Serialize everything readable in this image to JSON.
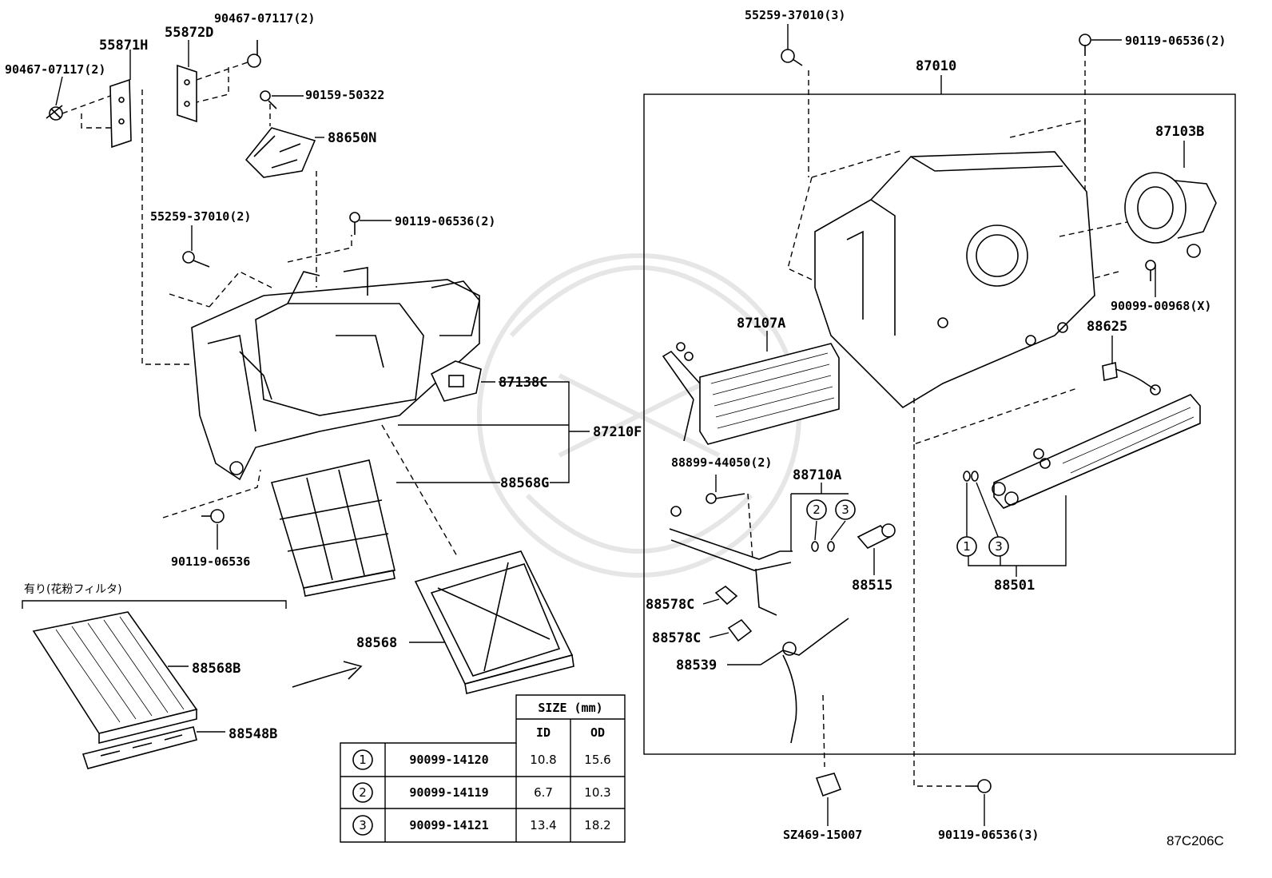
{
  "drawing_ref": "87C206C",
  "note_jp": "有り(花粉フィルタ)",
  "labels": {
    "p55871H": "55871H",
    "p55872D": "55872D",
    "p90467a": "90467-07117(2)",
    "p90467b": "90467-07117(2)",
    "p90159": "90159-50322",
    "p88650N": "88650N",
    "p55259a": "55259-37010(2)",
    "p90119a": "90119-06536(2)",
    "p87138C": "87138C",
    "p87210F": "87210F",
    "p88568G": "88568G",
    "p90119b": "90119-06536",
    "p88568": "88568",
    "p88568B": "88568B",
    "p88548B": "88548B",
    "p55259b": "55259-37010(3)",
    "p90119c": "90119-06536(2)",
    "p87010": "87010",
    "p87103B": "87103B",
    "p90099": "90099-00968(X)",
    "p87107A": "87107A",
    "p88625": "88625",
    "p88899": "88899-44050(2)",
    "p88710A": "88710A",
    "p88515": "88515",
    "p88501": "88501",
    "p88578Ca": "88578C",
    "p88578Cb": "88578C",
    "p88539": "88539",
    "pSZ469": "SZ469-15007",
    "p90119d": "90119-06536(3)"
  },
  "circle_marks": {
    "c1": "1",
    "c2": "2",
    "c3": "3"
  },
  "size_table": {
    "title": "SIZE (mm)",
    "col_id": "ID",
    "col_od": "OD",
    "rows": [
      {
        "mark": "1",
        "part": "90099-14120",
        "id": "10.8",
        "od": "15.6"
      },
      {
        "mark": "2",
        "part": "90099-14119",
        "id": "6.7",
        "od": "10.3"
      },
      {
        "mark": "3",
        "part": "90099-14121",
        "id": "13.4",
        "od": "18.2"
      }
    ]
  }
}
